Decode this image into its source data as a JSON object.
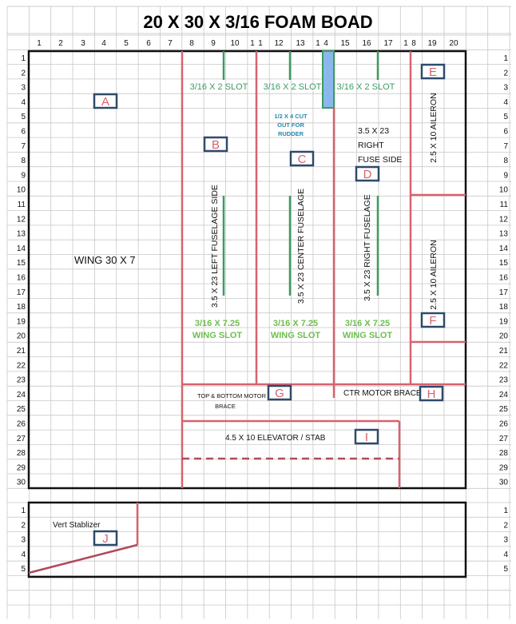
{
  "title": "20 X 30 X 3/16 FOAM BOAD",
  "column_headers": [
    "1",
    "2",
    "3",
    "4",
    "5",
    "6",
    "7",
    "8",
    "9",
    "10",
    "1",
    "1",
    "12",
    "13",
    "1",
    "4",
    "15",
    "16",
    "17",
    "1",
    "8",
    "19",
    "20"
  ],
  "row_labels_main": [
    "1",
    "2",
    "3",
    "4",
    "5",
    "6",
    "7",
    "8",
    "9",
    "10",
    "11",
    "12",
    "13",
    "14",
    "15",
    "16",
    "17",
    "18",
    "19",
    "20",
    "21",
    "22",
    "23",
    "24",
    "25",
    "26",
    "27",
    "28",
    "29",
    "30"
  ],
  "row_labels_bottom": [
    "1",
    "2",
    "3",
    "4",
    "5"
  ],
  "labels": {
    "slot1": "3/16 X 2 SLOT",
    "slot2": "3/16 X 2 SLOT",
    "slot3": "3/16 X 2 SLOT",
    "rudder_cut": [
      "1/2 X 4 CUT",
      "OUT FOR",
      "RUDDER"
    ],
    "right_fuse_side": [
      "3.5 X 23",
      "RIGHT",
      "FUSE SIDE"
    ],
    "aileron_top": "2.5 X 10 AILERON",
    "aileron_bottom": "2.5 X 10 AILERON",
    "left_fuselage": "3.5 X 23 LEFT FUSELAGE SIDE",
    "center_fuselage": "3.5 X 23 CENTER FUSELAGE",
    "right_fuselage": "3.5 X 23 RIGHT FUSELAGE",
    "wing": "WING 30 X 7",
    "wing_slot1": [
      "3/16 X 7.25",
      "WING SLOT"
    ],
    "wing_slot2": [
      "3/16 X 7.25",
      "WING SLOT"
    ],
    "wing_slot3": [
      "3/16 X 7.25",
      "WING SLOT"
    ],
    "motor_brace": [
      "TOP & BOTTOM MOTOR",
      "BRACE"
    ],
    "ctr_motor_brace": "CTR MOTOR BRACE",
    "elevator": "4.5 X 10 ELEVATOR / STAB",
    "vert_stab": "Vert Stablizer"
  },
  "part_letters": [
    "A",
    "B",
    "C",
    "D",
    "E",
    "F",
    "G",
    "H",
    "I",
    "J"
  ],
  "colors": {
    "cut": "#d8626f",
    "slot": "#3e9a62",
    "box": "#2e4a6b",
    "letter": "#d8626f",
    "slot_text": "#5cb85c",
    "rudder_text": "#2a88b0",
    "blue": "#8bb8ec"
  }
}
